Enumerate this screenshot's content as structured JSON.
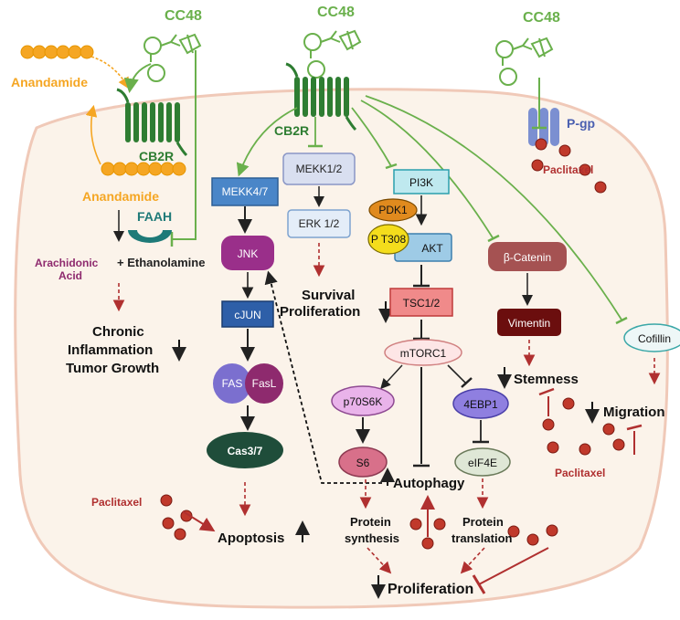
{
  "drug": "CC48",
  "receptor": "CB2R",
  "transporter": "P-gp",
  "labels": {
    "anandamide_top": "Anandamide",
    "anandamide_mid": "Anandamide",
    "faah": "FAAH",
    "arachidonic_line1": "Arachidonic",
    "arachidonic_line2": "Acid",
    "plus_ethanolamine": "+ Ethanolamine",
    "chronic_line1": "Chronic",
    "chronic_line2": "Inflammation",
    "chronic_line3": "Tumor Growth",
    "survival_line1": "Survival",
    "survival_line2": "Proliferation",
    "autophagy": "Autophagy",
    "apoptosis": "Apoptosis",
    "stemness": "Stemness",
    "migration": "Migration",
    "protein_synthesis_line1": "Protein",
    "protein_synthesis_line2": "synthesis",
    "protein_translation_line1": "Protein",
    "protein_translation_line2": "translation",
    "proliferation": "Proliferation",
    "paclitaxel_left": "Paclitaxel",
    "paclitaxel_top": "Paclitaxel",
    "paclitaxel_right": "Paclitaxel"
  },
  "nodes": {
    "mekk47": "MEKK4/7",
    "jnk": "JNK",
    "cjun": "cJUN",
    "fas": "FAS",
    "fasl": "FasL",
    "cas37": "Cas3/7",
    "mekk12": "MEKK1/2",
    "erk12": "ERK 1/2",
    "pi3k": "PI3K",
    "pdk1": "PDK1",
    "pt308": "P T308",
    "akt": "AKT",
    "tsc12": "TSC1/2",
    "mtorc1": "mTORC1",
    "p70s6k": "p70S6K",
    "s6": "S6",
    "ebp1": "4EBP1",
    "eif4e": "eIF4E",
    "bcatenin": "β-Catenin",
    "vimentin": "Vimentin",
    "cofillin": "Cofillin"
  },
  "colors": {
    "drug_green": "#6ab04c",
    "receptor_green": "#2e7d32",
    "anandamide_orange": "#f5a623",
    "paclitaxel_red": "#c0392b",
    "cell_fill": "#fbf3ea",
    "cell_border": "#f0c9b8"
  }
}
